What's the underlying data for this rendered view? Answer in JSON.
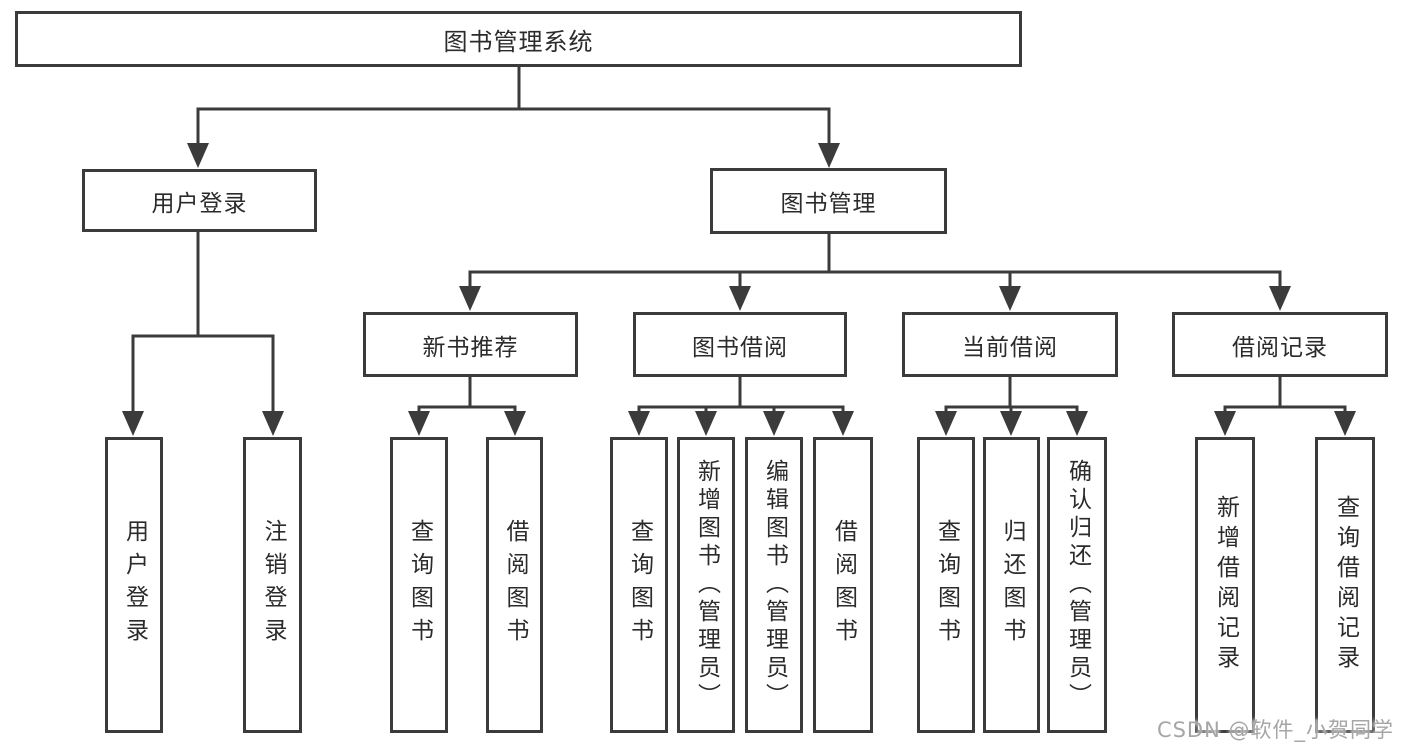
{
  "diagram_title": "图书管理系统",
  "tree": {
    "root": {
      "label": "图书管理系统"
    },
    "children": [
      {
        "label": "用户登录",
        "children": [
          {
            "label": "用户登录"
          },
          {
            "label": "注销登录"
          }
        ]
      },
      {
        "label": "图书管理",
        "children": [
          {
            "label": "新书推荐",
            "children": [
              {
                "label": "查询图书"
              },
              {
                "label": "借阅图书"
              }
            ]
          },
          {
            "label": "图书借阅",
            "children": [
              {
                "label": "查询图书"
              },
              {
                "label": "新增图书（管理员）"
              },
              {
                "label": "编辑图书（管理员）"
              },
              {
                "label": "借阅图书"
              }
            ]
          },
          {
            "label": "当前借阅",
            "children": [
              {
                "label": "查询图书"
              },
              {
                "label": "归还图书"
              },
              {
                "label": "确认归还（管理员）"
              }
            ]
          },
          {
            "label": "借阅记录",
            "children": [
              {
                "label": "新增借阅记录"
              },
              {
                "label": "查询借阅记录"
              }
            ]
          }
        ]
      }
    ]
  },
  "watermark": {
    "text": "CSDN @软件_小贺同学"
  },
  "colors": {
    "line": "#3b3b3b",
    "box_border": "#3b3b3b",
    "text": "#2b2b2b",
    "watermark": "#a6a6a6",
    "background": "#ffffff"
  }
}
